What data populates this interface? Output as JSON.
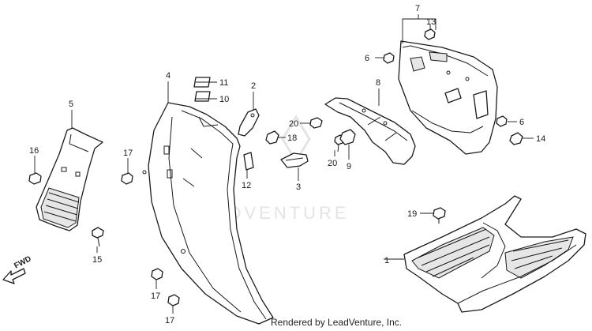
{
  "diagram": {
    "watermark_text": "LEADVENTURE",
    "footer_text": "Rendered by LeadVenture, Inc.",
    "fwd_label": "FWD",
    "callouts": [
      {
        "id": "c1",
        "label": "1"
      },
      {
        "id": "c2",
        "label": "2"
      },
      {
        "id": "c3",
        "label": "3"
      },
      {
        "id": "c4",
        "label": "4"
      },
      {
        "id": "c5",
        "label": "5"
      },
      {
        "id": "c6a",
        "label": "6"
      },
      {
        "id": "c6b",
        "label": "6"
      },
      {
        "id": "c7",
        "label": "7"
      },
      {
        "id": "c8",
        "label": "8"
      },
      {
        "id": "c9",
        "label": "9"
      },
      {
        "id": "c10",
        "label": "10"
      },
      {
        "id": "c11",
        "label": "11"
      },
      {
        "id": "c12",
        "label": "12"
      },
      {
        "id": "c13",
        "label": "13"
      },
      {
        "id": "c14",
        "label": "14"
      },
      {
        "id": "c15",
        "label": "15"
      },
      {
        "id": "c16",
        "label": "16"
      },
      {
        "id": "c17a",
        "label": "17"
      },
      {
        "id": "c17b",
        "label": "17"
      },
      {
        "id": "c17c",
        "label": "17"
      },
      {
        "id": "c18",
        "label": "18"
      },
      {
        "id": "c19",
        "label": "19"
      },
      {
        "id": "c20a",
        "label": "20"
      },
      {
        "id": "c20b",
        "label": "20"
      }
    ]
  }
}
